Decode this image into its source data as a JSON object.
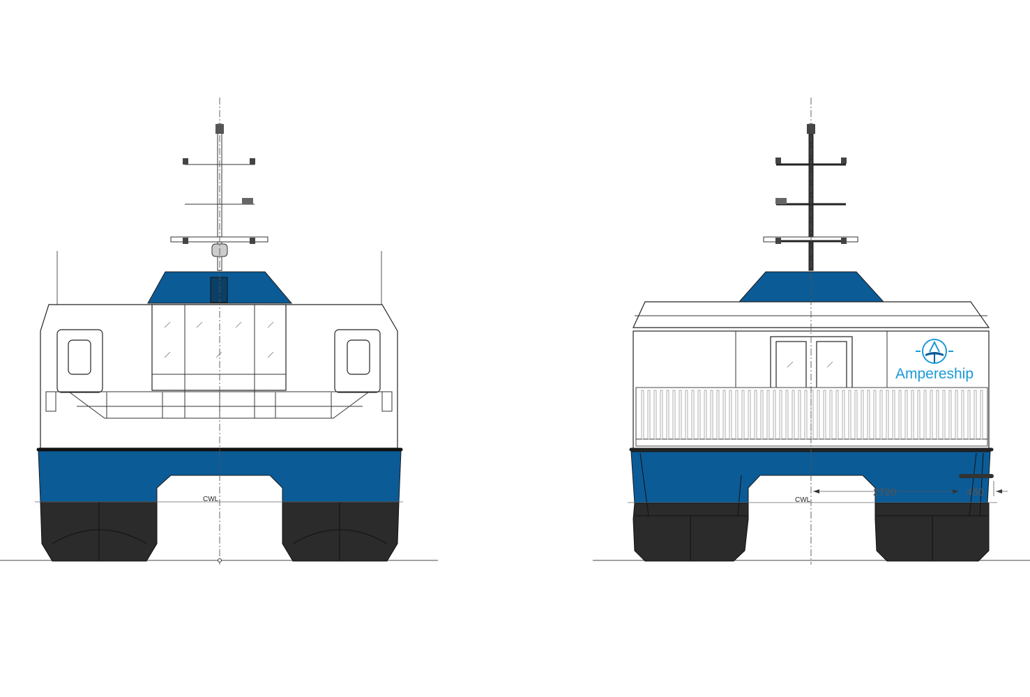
{
  "drawing": {
    "front_view": {
      "waterline_label": "CWL"
    },
    "rear_view": {
      "waterline_label": "CWL",
      "dimension_main": "2720",
      "dimension_fender": "450",
      "logo_text": "Ampereship"
    }
  },
  "colors": {
    "hull_blue": "#0b5b97",
    "pontoon_dark": "#2b2b2b",
    "logo_blue": "#1a9ad6"
  }
}
